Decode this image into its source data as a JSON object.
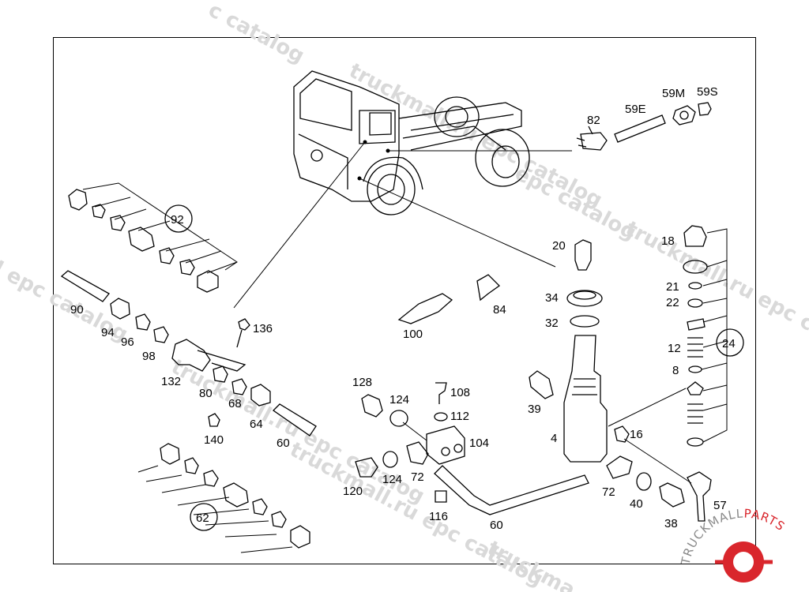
{
  "watermark": {
    "lines": [
      "c catalog",
      "truckmall.ru epc catalog",
      "epc catalog",
      "I epc catalog",
      "truckmall.ru epc catalog",
      "truckmall.ru epc catalog",
      "truckmall.ru epc catalog",
      "truckma"
    ]
  },
  "logo": {
    "text_truckmall": "TRUCKMALL",
    "text_parts": "PARTS",
    "colors": {
      "grey": "#8a8a8a",
      "red": "#d9262c"
    }
  },
  "labels": {
    "l82": "82",
    "l59E": "59E",
    "l59M": "59M",
    "l59S": "59S",
    "l92": "92",
    "l90": "90",
    "l94": "94",
    "l96": "96",
    "l98": "98",
    "l136": "136",
    "l132": "132",
    "l80": "80",
    "l68": "68",
    "l64": "64",
    "l140": "140",
    "l60a": "60",
    "l62": "62",
    "l20": "20",
    "l84": "84",
    "l34": "34",
    "l32": "32",
    "l100": "100",
    "l18": "18",
    "l21": "21",
    "l22": "22",
    "l12": "12",
    "l24": "24",
    "l8": "8",
    "l128": "128",
    "l124a": "124",
    "l108": "108",
    "l112": "112",
    "l104": "104",
    "l39": "39",
    "l4": "4",
    "l16": "16",
    "l120": "120",
    "l124b": "124",
    "l72a": "72",
    "l116": "116",
    "l60b": "60",
    "l72b": "72",
    "l40": "40",
    "l38": "38",
    "l57": "57"
  }
}
